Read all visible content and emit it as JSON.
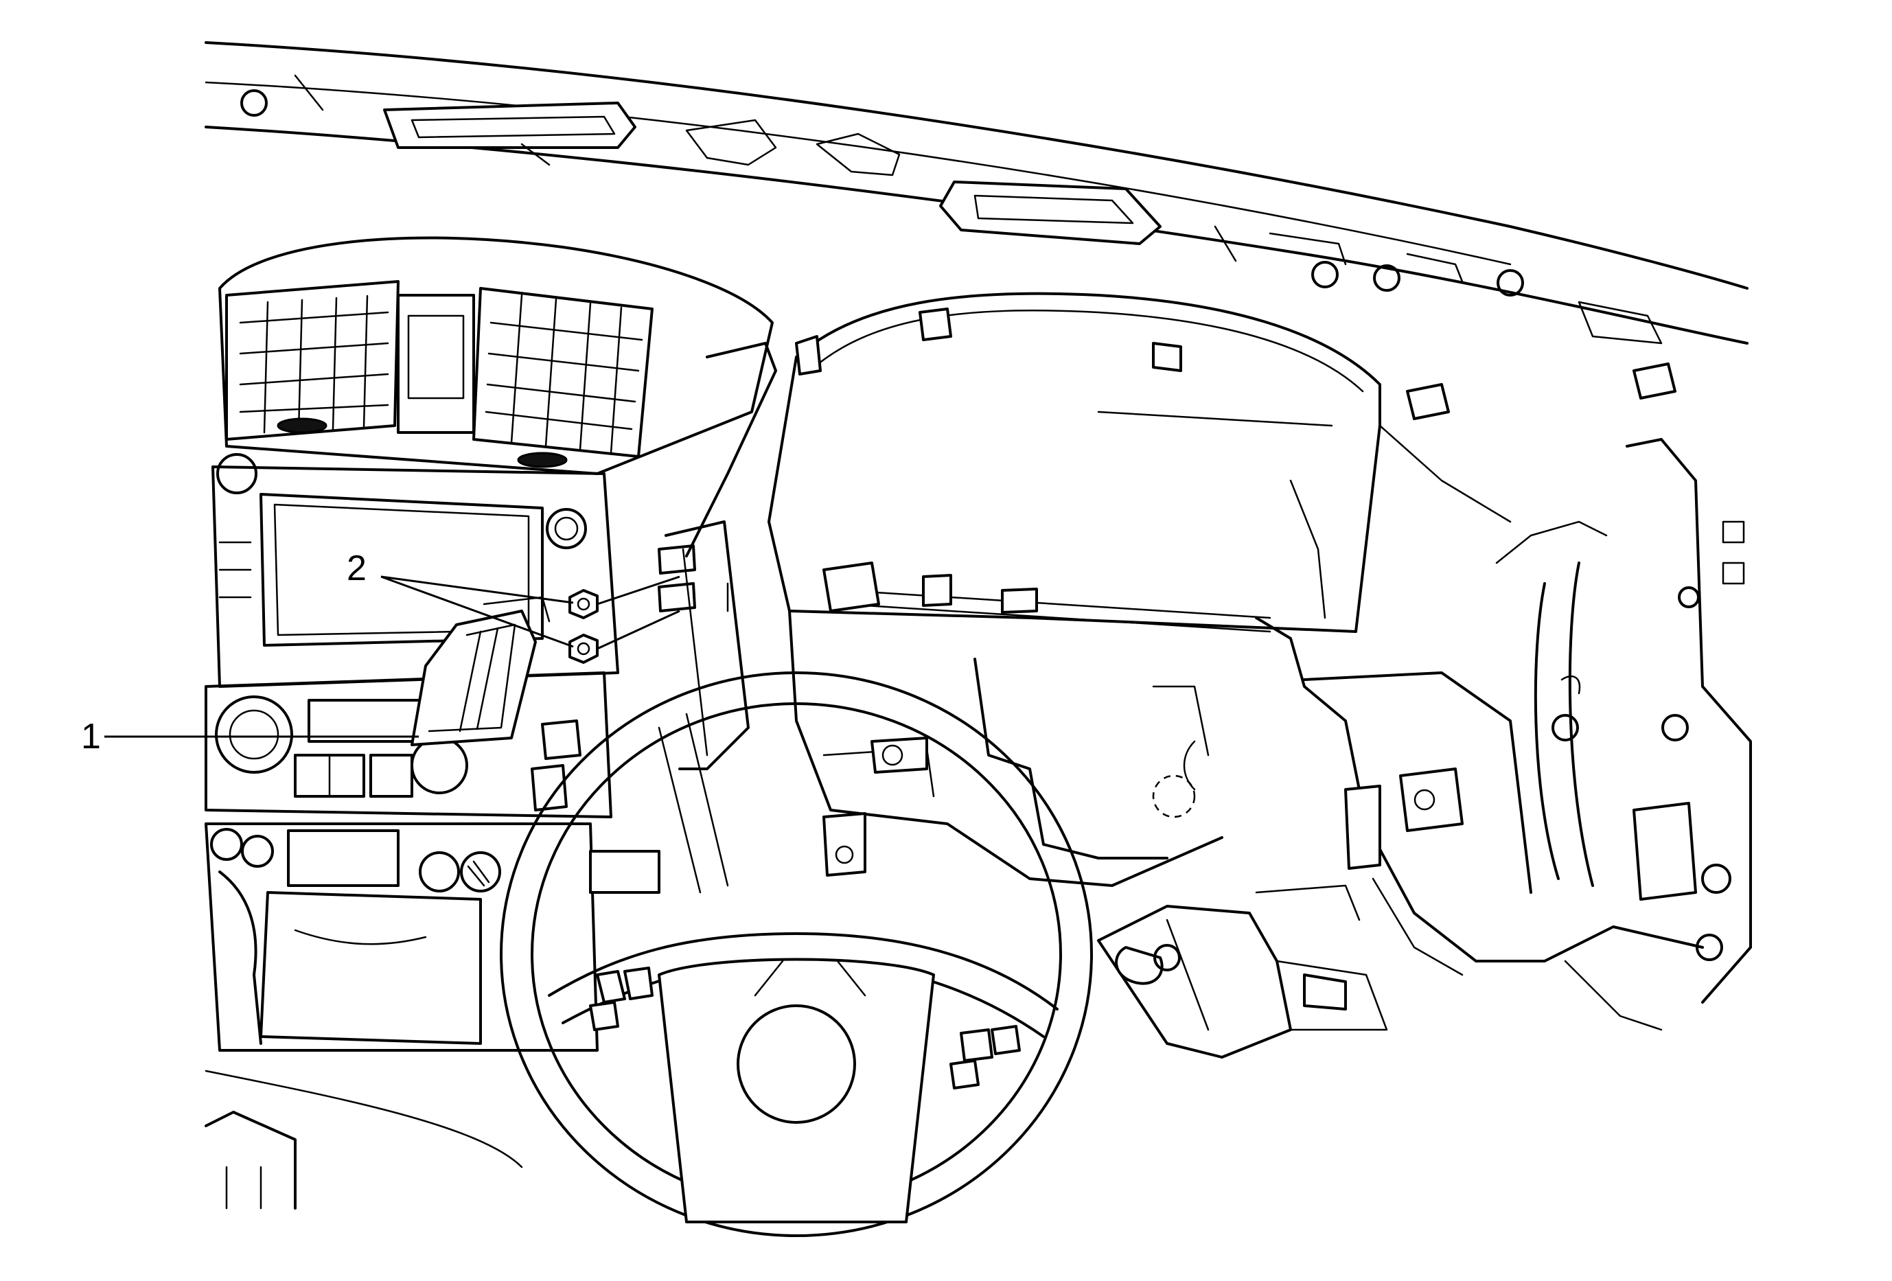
{
  "callouts": [
    {
      "label": "1",
      "part": "accessory-trim-panel"
    },
    {
      "label": "2",
      "part": "retaining-fasteners"
    }
  ],
  "colors": {
    "line": "#000000",
    "background": "#ffffff"
  }
}
